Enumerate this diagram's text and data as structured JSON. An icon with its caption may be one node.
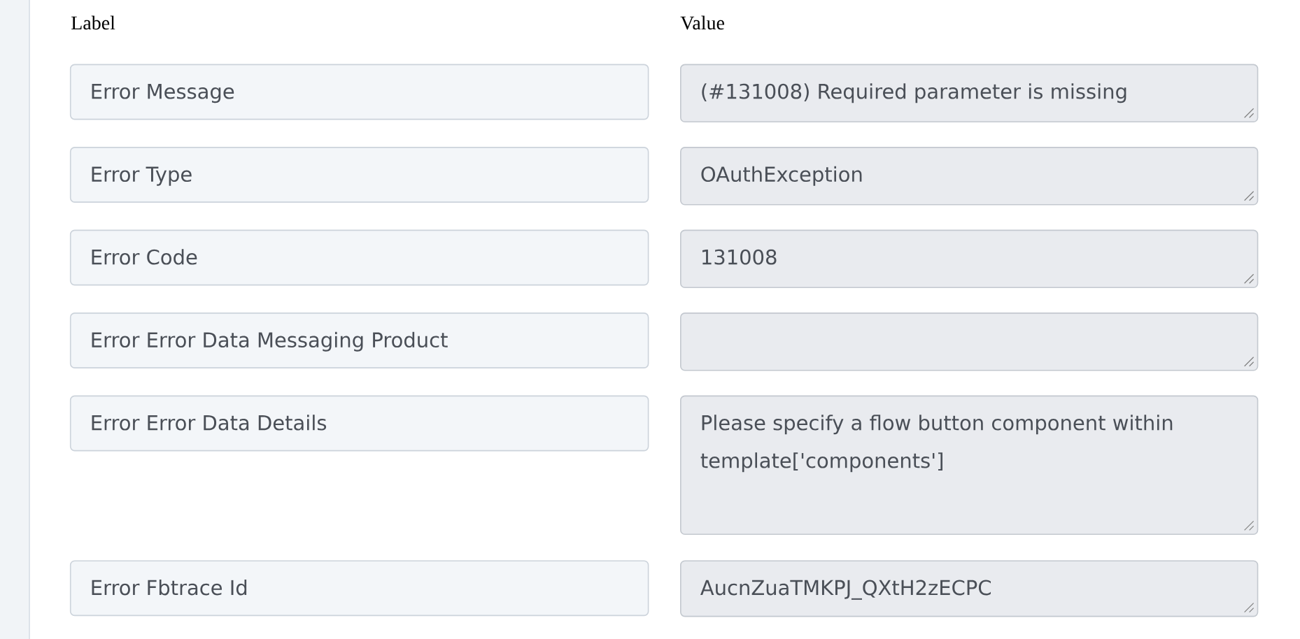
{
  "diagram": {
    "nodes": [
      {
        "text": [
          "Error Message"
        ]
      },
      {
        "text": [
          "(#131008) Required parameter is missing"
        ]
      },
      {
        "text": [
          "Error Type"
        ]
      },
      {
        "text": [
          "OAuthException"
        ]
      },
      {
        "text": [
          "Error Code"
        ]
      },
      {
        "text": [
          "131008"
        ]
      },
      {
        "text": [
          "Error Error Data Messaging Product"
        ]
      },
      {
        "text": [],
        "shape": "box"
      },
      {
        "text": [
          "Error Error Data Details"
        ]
      },
      {
        "text": [
          "Please specify a flow button component within template['components']"
        ]
      },
      {
        "text": [
          "Error Fbtrace Id"
        ]
      },
      {
        "text": [
          "AucnZuaTMKPJ_QXtH2zECPC"
        ]
      }
    ],
    "labels": [
      "Label",
      "Value"
    ]
  }
}
